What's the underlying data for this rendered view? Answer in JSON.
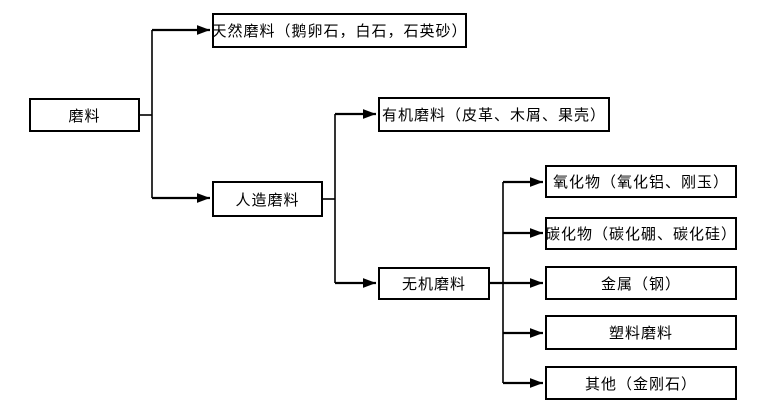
{
  "diagram": {
    "type": "flowchart",
    "direction": "left-to-right",
    "colors": {
      "background": "#ffffff",
      "line": "#000000",
      "box_border": "#000000",
      "text": "#000000"
    },
    "nodes": {
      "abrasive": {
        "label": "磨料"
      },
      "natural": {
        "label": "天然磨料（鹅卵石，白石，石英砂）"
      },
      "artificial": {
        "label": "人造磨料"
      },
      "organic": {
        "label": "有机磨料（皮革、木屑、果壳）"
      },
      "inorganic": {
        "label": "无机磨料"
      },
      "oxide": {
        "label": "氧化物（氧化铝、刚玉）"
      },
      "carbide": {
        "label": "碳化物（碳化硼、碳化硅）"
      },
      "metal": {
        "label": "金属（钢）"
      },
      "plastic": {
        "label": "塑料磨料"
      },
      "other": {
        "label": "其他（金刚石）"
      }
    },
    "edges": [
      {
        "from": "abrasive",
        "to": "natural"
      },
      {
        "from": "abrasive",
        "to": "artificial"
      },
      {
        "from": "artificial",
        "to": "organic"
      },
      {
        "from": "artificial",
        "to": "inorganic"
      },
      {
        "from": "inorganic",
        "to": "oxide"
      },
      {
        "from": "inorganic",
        "to": "carbide"
      },
      {
        "from": "inorganic",
        "to": "metal"
      },
      {
        "from": "inorganic",
        "to": "plastic"
      },
      {
        "from": "inorganic",
        "to": "other"
      }
    ]
  }
}
